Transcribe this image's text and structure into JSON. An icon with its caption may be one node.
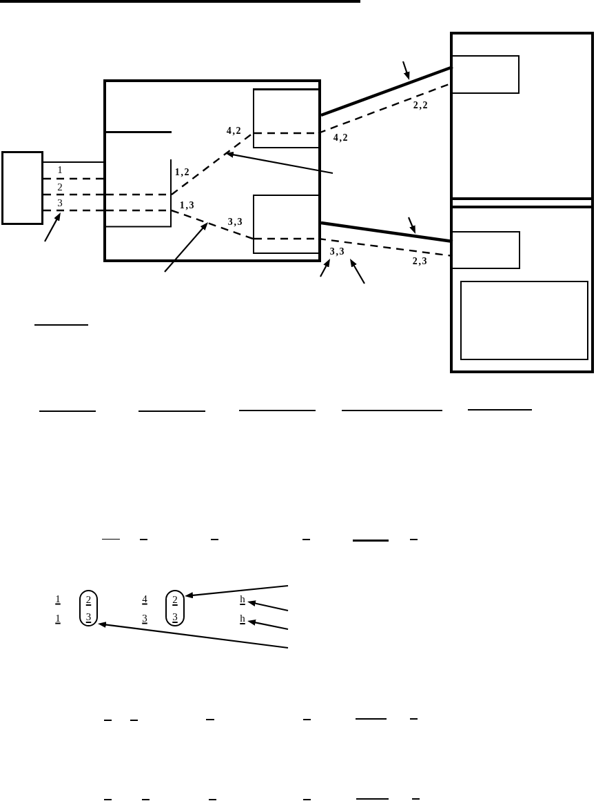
{
  "diagram": {
    "nodes": [
      {
        "text": [],
        "shape": "box"
      },
      {
        "text": [],
        "shape": "box",
        "in": 0
      },
      {
        "text": [],
        "shape": "box",
        "in": 0
      },
      {
        "text": [],
        "shape": "box",
        "in": 0
      },
      {
        "text": [],
        "shape": "box"
      },
      {
        "text": [],
        "shape": "box"
      },
      {
        "text": [],
        "shape": "box",
        "in": 5
      },
      {
        "text": [],
        "shape": "box"
      },
      {
        "text": [],
        "shape": "box",
        "in": 7
      },
      {
        "text": [],
        "shape": "box",
        "in": 7
      },
      {
        "text": [
          "2",
          "3"
        ]
      },
      {
        "text": [
          "2",
          "3"
        ]
      },
      {
        "text": [
          "h"
        ]
      },
      {
        "text": [
          "h"
        ]
      }
    ],
    "edges": [
      {
        "from": 4,
        "to": 0,
        "arrow": "none"
      },
      {
        "from": 4,
        "to": 0,
        "arrow": "none",
        "style": "dashed",
        "label": "1"
      },
      {
        "from": 4,
        "to": 1,
        "arrow": "none",
        "style": "dashed",
        "label": "2"
      },
      {
        "from": 4,
        "to": 1,
        "arrow": "none",
        "style": "dashed",
        "label": "3"
      },
      {
        "from": 1,
        "to": 2,
        "arrow": "none",
        "style": "dashed"
      },
      {
        "from": 1,
        "to": 3,
        "arrow": "none",
        "style": "dashed"
      },
      {
        "from": 2,
        "to": 6,
        "arrow": "none",
        "style": "dashed"
      },
      {
        "from": 3,
        "to": 8,
        "arrow": "none",
        "style": "dashed"
      },
      {
        "from": 0,
        "to": 6,
        "arrow": "none",
        "style": "thick"
      },
      {
        "from": 0,
        "to": 8,
        "arrow": "none",
        "style": "thick"
      },
      {
        "from": null,
        "to": 11,
        "arrow": "to"
      },
      {
        "from": null,
        "to": 12,
        "arrow": "to"
      },
      {
        "from": null,
        "to": 13,
        "arrow": "to"
      },
      {
        "from": null,
        "to": 10,
        "arrow": "to"
      }
    ],
    "labels": [
      "2,2",
      "4,2",
      "4,2",
      "1,2",
      "1,3",
      "3,3",
      "3,3",
      "2,3",
      "1",
      "4",
      "1",
      "3"
    ]
  }
}
